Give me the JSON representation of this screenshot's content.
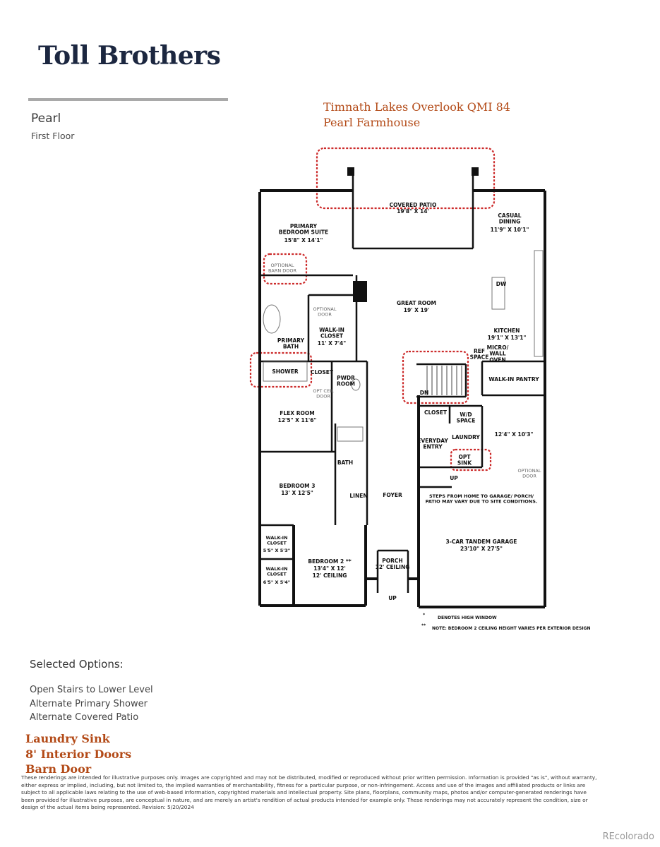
{
  "brand": {
    "logo_text": "Toll Brothers",
    "logo_color": "#1c2740"
  },
  "plan": {
    "name": "Pearl",
    "floor": "First Floor"
  },
  "handwritten": {
    "line1": "Timnath Lakes Overlook QMI 84",
    "line2": "Pearl Farmhouse",
    "color": "#b34a17"
  },
  "rooms": {
    "primary_suite": {
      "name": "PRIMARY\nBEDROOM SUITE",
      "dim": "15'8\" X 14'1\""
    },
    "covered_patio": {
      "name": "COVERED PATIO",
      "dim": "19'8\" X 14'"
    },
    "casual_dining": {
      "name": "CASUAL\nDINING",
      "dim": "11'9\" X 10'1\""
    },
    "optional_barn_door": "OPTIONAL\nBARN DOOR",
    "great_room": {
      "name": "GREAT ROOM",
      "dim": "19' X 19'"
    },
    "optional_door": "OPTIONAL\nDOOR",
    "walk_in_closet": {
      "name": "WALK-IN\nCLOSET",
      "dim": "11' X 7'4\""
    },
    "primary_bath": "PRIMARY\nBATH",
    "dw": "DW",
    "kitchen": {
      "name": "KITCHEN",
      "dim": "19'1\" X 13'1\""
    },
    "ref_space": "REF\nSPACE",
    "micro_wall_oven": "MICRO/\nWALL\nOVEN",
    "shower": "SHOWER",
    "closet": "CLOSET",
    "pwdr_room": "PWDR\nROOM",
    "opt_cel_door": "OPT CEIL\nDOOR",
    "walk_in_pantry": "WALK-IN PANTRY",
    "dn": "DN",
    "closet2": "CLOSET",
    "wd_space": "W/D\nSPACE",
    "flex_room": {
      "name": "FLEX ROOM",
      "dim": "12'5\" X 11'6\""
    },
    "everyday_entry": "EVERYDAY\nENTRY",
    "laundry": "LAUNDRY",
    "garage_side": "12'4\" X 10'3\"",
    "opt_sink": "OPT\nSINK",
    "optional_door2": "OPTIONAL\nDOOR",
    "bath": "BATH",
    "up": "UP",
    "bedroom3": {
      "name": "BEDROOM 3",
      "dim": "13' X 12'5\""
    },
    "foyer": "FOYER",
    "linen": "LINEN",
    "steps_note": "STEPS FROM HOME TO GARAGE/ PORCH/\nPATIO MAY VARY DUE TO SITE CONDITIONS.",
    "garage": {
      "name": "3-CAR TANDEM GARAGE",
      "dim": "23'10\" X 27'5\""
    },
    "walk_in_closet_a": {
      "name": "WALK-IN\nCLOSET",
      "dim": "5'5\" X 5'3\""
    },
    "bedroom2": {
      "name": "BEDROOM 2 **",
      "dim": "13'4\" X 12'",
      "ceiling": "12' CEILING"
    },
    "porch": {
      "name": "PORCH",
      "ceiling": "12' CEILING"
    },
    "walk_in_closet_b": {
      "name": "WALK-IN\nCLOSET",
      "dim": "6'5\" X 5'4\""
    },
    "up2": "UP",
    "note_high_window": "DENOTES HIGH WINDOW",
    "note_bedroom2": "NOTE: BEDROOM 2 CEILING HEIGHT VARIES PER EXTERIOR DESIGN",
    "mark_star": "*",
    "mark_dstar": "**"
  },
  "selected_options": {
    "title": "Selected Options:",
    "items": [
      "Open Stairs to Lower Level",
      "Alternate Primary Shower",
      "Alternate Covered Patio"
    ]
  },
  "handwritten_options": [
    "Laundry Sink",
    "8' Interior Doors",
    "Barn Door"
  ],
  "disclaimer": "These renderings are intended for illustrative purposes only. Images are copyrighted and may not be distributed, modified or reproduced without prior written permission. Information is provided \"as is\", without warranty, either express or implied, including, but not limited to, the implied warranties of merchantability, fitness for a particular purpose, or non-infringement. Access and use of the images and affiliated products or links are subject to all applicable laws relating to the use of web-based information, copyrighted materials and intellectual property. Site plans, floorplans, community maps, photos and/or computer-generated renderings have been provided for illustrative purposes, are conceptual in nature, and are merely an artist's rendition of actual products intended for example only. These renderings may not accurately represent the condition, size or design of the actual items being represented. Revision: 5/20/2024",
  "watermark": "REcolorado",
  "colors": {
    "wall": "#111111",
    "markup": "#cc2a2a",
    "divider": "#a9a9a9"
  }
}
